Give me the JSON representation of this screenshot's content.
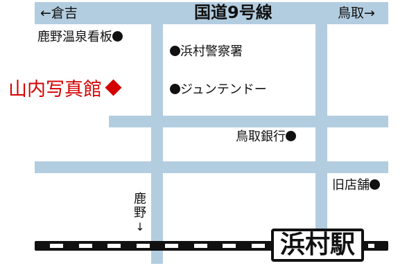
{
  "map": {
    "colors": {
      "road": "#b3cde0",
      "highlight": "#d40000",
      "text": "#111111",
      "rail": "#111111"
    },
    "roads": {
      "main_road_label": "国道9号線",
      "west_direction": "←倉吉",
      "east_direction": "鳥取→"
    },
    "landmarks": [
      {
        "name": "鹿野温泉看板",
        "marker": "●"
      },
      {
        "name": "浜村警察署",
        "marker": "●"
      },
      {
        "name": "ジュンテンドー",
        "marker": "●"
      },
      {
        "name": "鳥取銀行",
        "marker": "●"
      },
      {
        "name": "旧店舗",
        "marker": "●"
      }
    ],
    "destination": {
      "name": "山内写真館",
      "marker": "◆"
    },
    "side_road": {
      "label_top": "鹿",
      "label_bottom": "野",
      "arrow": "↓"
    },
    "station": {
      "name": "浜村駅"
    }
  }
}
